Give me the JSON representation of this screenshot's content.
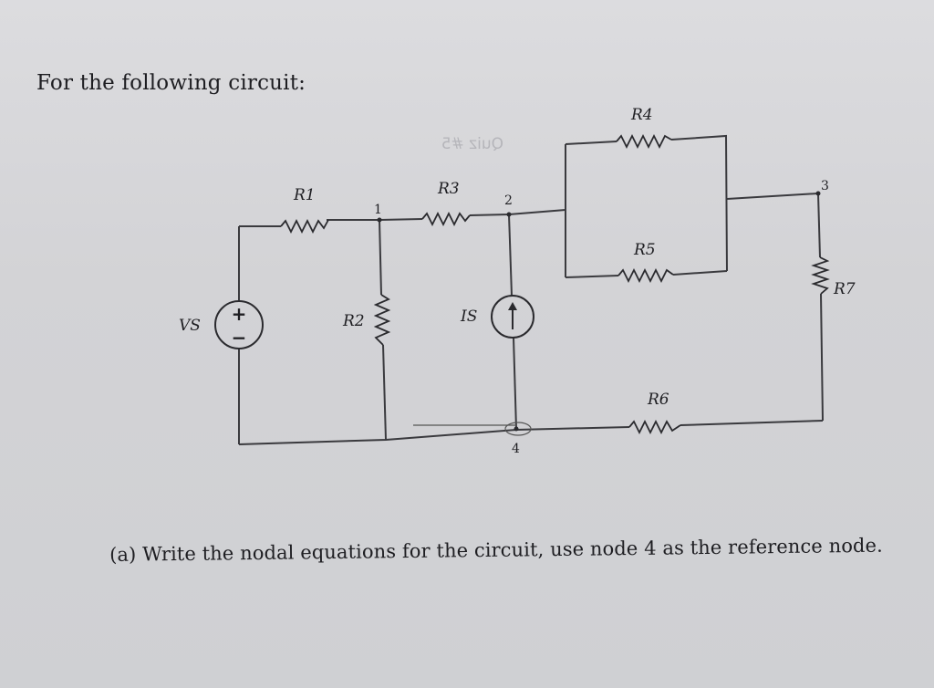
{
  "intro": "For the following circuit:",
  "question": "(a) Write the nodal equations for the circuit, use node 4 as the reference node.",
  "circuit": {
    "components": {
      "R1": "R1",
      "R2": "R2",
      "R3": "R3",
      "R4": "R4",
      "R5": "R5",
      "R6": "R6",
      "R7": "R7",
      "Vs": "VS",
      "Is": "IS"
    },
    "nodes": {
      "n1": "1",
      "n2": "2",
      "n3": "3",
      "n4": "4"
    },
    "source_polarity": {
      "plus": "+",
      "minus": "−"
    }
  },
  "ghost_text": "Quiz #5"
}
